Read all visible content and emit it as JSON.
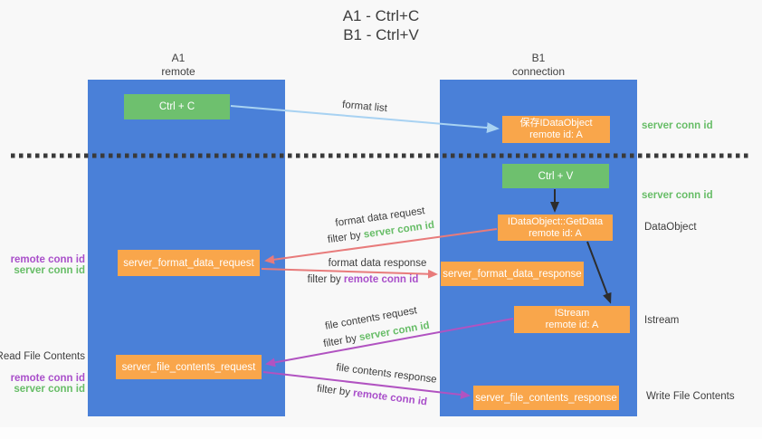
{
  "title": {
    "line1": "A1 - Ctrl+C",
    "line2": "B1 - Ctrl+V"
  },
  "columns": {
    "left": {
      "id": "A1",
      "role": "remote"
    },
    "right": {
      "id": "B1",
      "role": "connection"
    }
  },
  "nodes": {
    "ctrl_c": {
      "label": "Ctrl + C"
    },
    "save_dataobject": {
      "line1": "保存IDataObject",
      "line2": "remote id: A"
    },
    "ctrl_v": {
      "label": "Ctrl + V"
    },
    "getdata": {
      "line1": "IDataObject::GetData",
      "line2": "remote id: A"
    },
    "server_format_data_request": {
      "label": "server_format_data_request"
    },
    "server_format_data_response": {
      "label": "server_format_data_response"
    },
    "istream": {
      "line1": "IStream",
      "line2": "remote id: A"
    },
    "server_file_contents_request": {
      "label": "server_file_contents_request"
    },
    "server_file_contents_response": {
      "label": "server_file_contents_response"
    }
  },
  "flow_labels": {
    "format_list": "format list",
    "format_data_request": "format data request",
    "format_data_response": "format data response",
    "file_contents_request": "file contents request",
    "file_contents_response": "file contents response",
    "filter_by": "filter by ",
    "server_conn_id": "server conn id",
    "remote_conn_id": "remote conn id"
  },
  "side_labels": {
    "server_conn_id": "server conn id",
    "remote_conn_id": "remote conn id",
    "dataobject": "DataObject",
    "istream": "Istream",
    "read_file_contents": "Read File Contents",
    "write_file_contents": "Write File Contents"
  },
  "colors": {
    "column_blue": "#4a80d8",
    "node_orange": "#f9a64b",
    "node_green": "#6ec06e",
    "label_green": "#67bd67",
    "label_purple": "#a94fca",
    "arrow_red": "#e87b7b",
    "arrow_magenta": "#b153c1",
    "arrow_light_blue": "#a8d2f2",
    "arrow_black": "#2d2d2d",
    "text_dark": "#3d3d3d",
    "background": "#f8f8f8"
  }
}
